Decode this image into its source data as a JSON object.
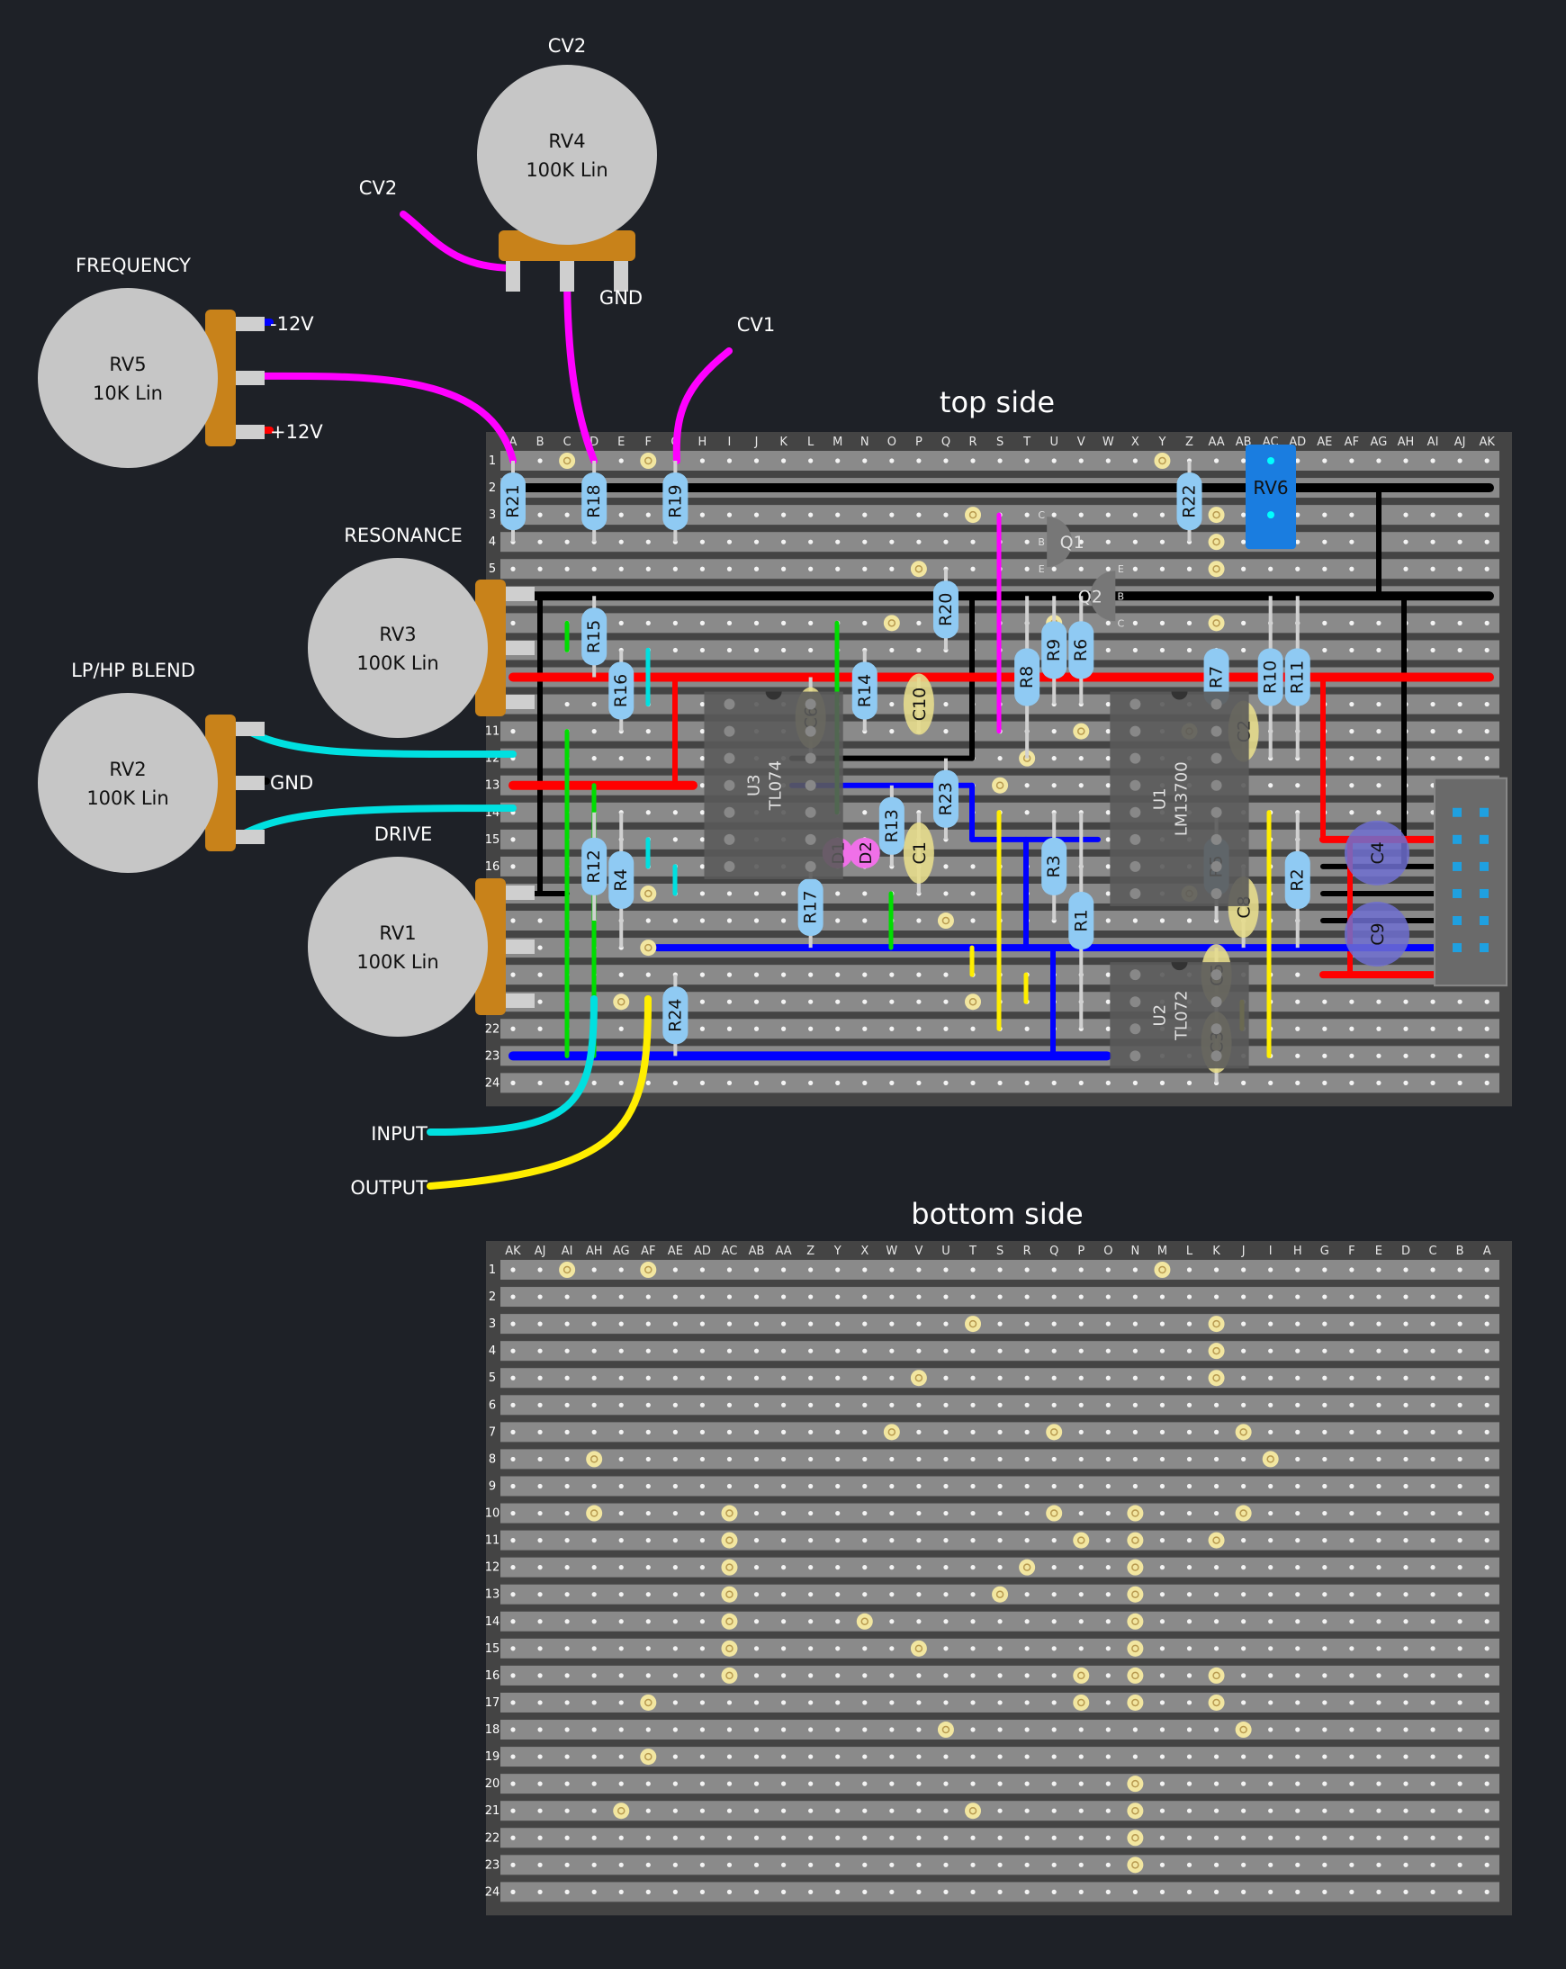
{
  "titles": {
    "top": "top side",
    "bottom": "bottom side"
  },
  "columns": [
    "A",
    "B",
    "C",
    "D",
    "E",
    "F",
    "G",
    "H",
    "I",
    "J",
    "K",
    "L",
    "M",
    "N",
    "O",
    "P",
    "Q",
    "R",
    "S",
    "T",
    "U",
    "V",
    "W",
    "X",
    "Y",
    "Z",
    "AA",
    "AB",
    "AC",
    "AD",
    "AE",
    "AF",
    "AG",
    "AH",
    "AI",
    "AJ",
    "AK"
  ],
  "rows": [
    "1",
    "2",
    "3",
    "4",
    "5",
    "6",
    "7",
    "8",
    "9",
    "10",
    "11",
    "12",
    "13",
    "14",
    "15",
    "16",
    "17",
    "18",
    "19",
    "20",
    "21",
    "22",
    "23",
    "24"
  ],
  "pots": [
    {
      "id": "RV4",
      "value": "100K Lin",
      "title": "CV2"
    },
    {
      "id": "RV5",
      "value": "10K Lin",
      "title": "FREQUENCY"
    },
    {
      "id": "RV3",
      "value": "100K Lin",
      "title": "RESONANCE"
    },
    {
      "id": "RV2",
      "value": "100K Lin",
      "title": "LP/HP BLEND"
    },
    {
      "id": "RV1",
      "value": "100K Lin",
      "title": "DRIVE"
    }
  ],
  "wire_labels": {
    "cv2": "CV2",
    "gnd_rv4": "GND",
    "cv1": "CV1",
    "neg12": "-12V",
    "pos12": "+12V",
    "gnd_rv2": "GND",
    "input": "INPUT",
    "output": "OUTPUT"
  },
  "resistors": [
    "R21",
    "R18",
    "R19",
    "R22",
    "R15",
    "R16",
    "R14",
    "R20",
    "R8",
    "R9",
    "R6",
    "R7",
    "R10",
    "R11",
    "R13",
    "R23",
    "R12",
    "R4",
    "R17",
    "R3",
    "R1",
    "R5",
    "R2",
    "R24"
  ],
  "capacitors": [
    "C6",
    "C10",
    "C1",
    "C2",
    "C8",
    "C5",
    "C3"
  ],
  "electrolytics": [
    "C4",
    "C9"
  ],
  "diodes": [
    "D1",
    "D2"
  ],
  "transistors": [
    "Q1",
    "Q2"
  ],
  "transistor_pins": {
    "c": "C",
    "b": "B",
    "e": "E"
  },
  "trimmer": "RV6",
  "ics": [
    {
      "id": "U3",
      "part": "TL074"
    },
    {
      "id": "U1",
      "part": "LM13700"
    },
    {
      "id": "U2",
      "part": "TL072"
    }
  ],
  "colors": {
    "board": "#444444",
    "strip": "#8a8a8a",
    "background": "#1e2127",
    "pot": "#c6c6c6",
    "pot_base": "#c8821a",
    "resistor": "#8fcaf3",
    "cap": "#e6dc8c",
    "electrolytic": "#6f6fd0",
    "diode": "#f070e8",
    "ic": "#5a5a5a",
    "trimmer": "#1a7de0",
    "cut": "#f2e6a0",
    "wire_black": "#000000",
    "wire_red": "#ff0000",
    "wire_blue": "#0000ff",
    "wire_green": "#00dd00",
    "wire_cyan": "#00e0e0",
    "wire_yellow": "#ffee00",
    "wire_magenta": "#ff00ff"
  }
}
